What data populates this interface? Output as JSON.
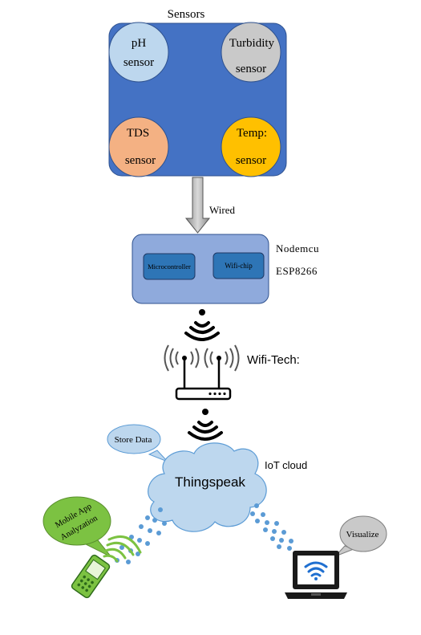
{
  "sensors": {
    "heading": "Sensors",
    "items": [
      {
        "line1": "pH",
        "line2": "sensor"
      },
      {
        "line1": "Turbidity",
        "line2": "sensor"
      },
      {
        "line1": "TDS",
        "line2": "sensor"
      },
      {
        "line1": "Temp:",
        "line2": "sensor"
      }
    ]
  },
  "connection": {
    "label": "Wired"
  },
  "nodemcu": {
    "title": "Nodemcu",
    "model": "ESP8266",
    "microcontroller": "Microcontroller",
    "wifi_chip": "Wifi-chip"
  },
  "wifi": {
    "label": "Wifi-Tech:"
  },
  "cloud": {
    "name": "Thingspeak",
    "label": "IoT cloud",
    "store_bubble": "Store Data"
  },
  "mobile": {
    "line1": "Mobile App",
    "line2": "Analyzation"
  },
  "laptop": {
    "bubble": "Visualize"
  },
  "colors": {
    "sensor_panel": "#4472c4",
    "ph": "#bdd7ee",
    "turbidity": "#c9c9c9",
    "tds": "#f4b183",
    "temp": "#ffc000",
    "node_box": "#8faadc",
    "chip": "#2e75b6",
    "cloud": "#bdd7ee",
    "phone": "#7cc242",
    "laptop_wifi": "#1f6fd0",
    "dots": "#5b9bd5"
  }
}
